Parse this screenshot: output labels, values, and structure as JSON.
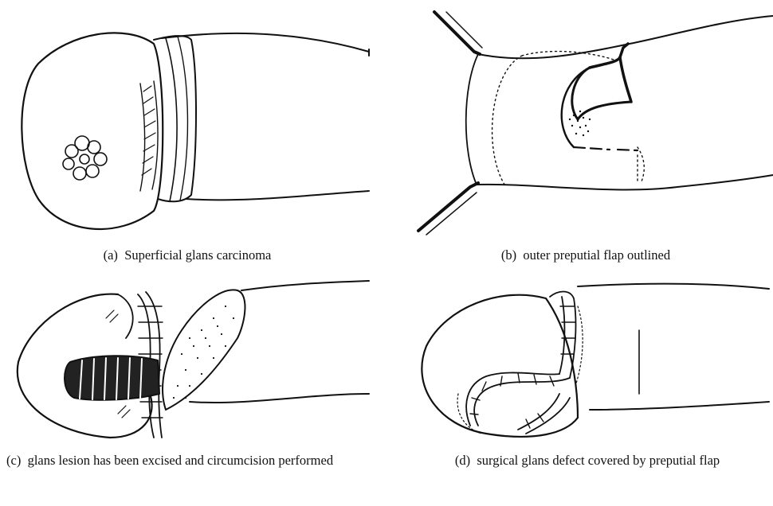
{
  "figure": {
    "panels": [
      {
        "id": "a",
        "label": "(a)",
        "caption": "Superficial glans carcinoma"
      },
      {
        "id": "b",
        "label": "(b)",
        "caption": "outer preputial flap outlined"
      },
      {
        "id": "c",
        "label": "(c)",
        "caption": "glans lesion has been excised and circumcision performed"
      },
      {
        "id": "d",
        "label": "(d)",
        "caption": "surgical glans defect covered by preputial flap"
      }
    ]
  },
  "style": {
    "ink": "#111111",
    "background": "#ffffff"
  }
}
